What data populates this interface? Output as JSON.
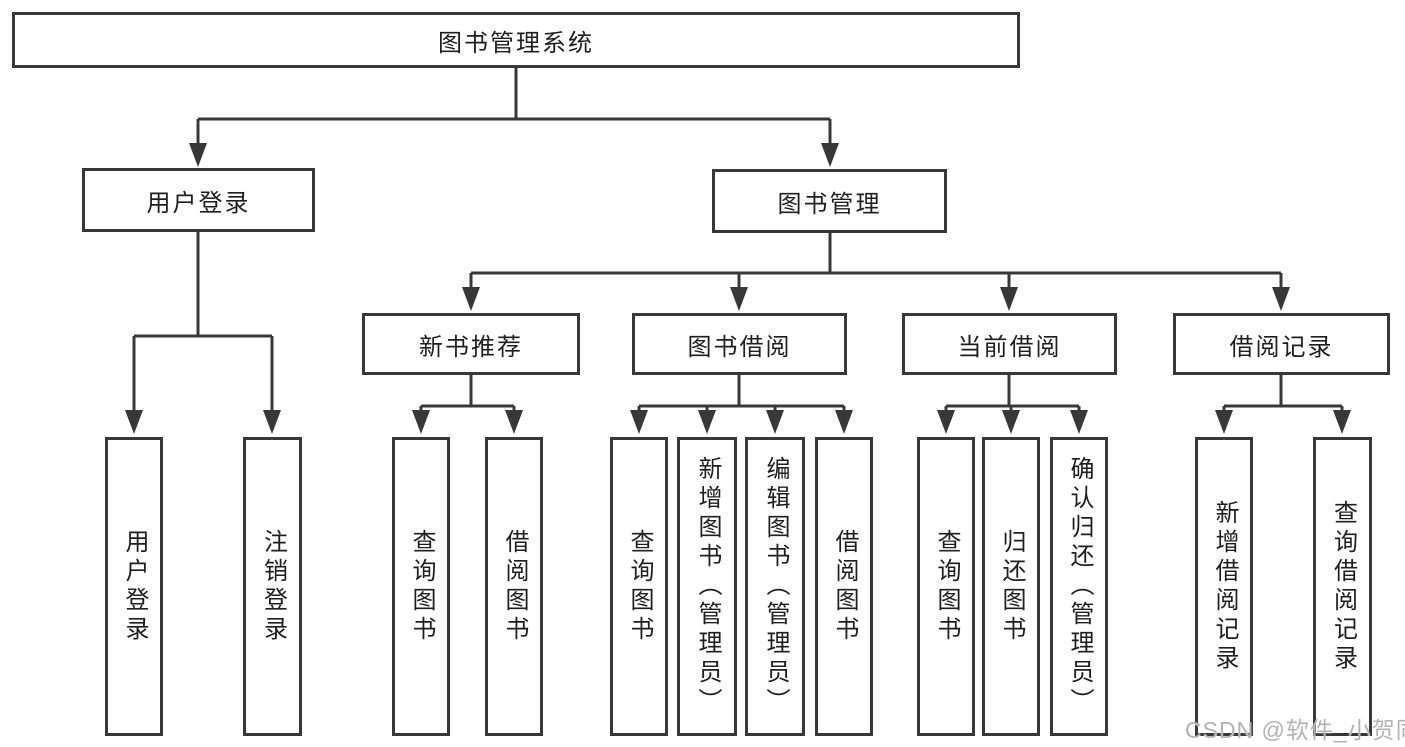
{
  "diagram": {
    "root": {
      "label": "图书管理系统"
    },
    "branches": [
      {
        "label": "用户登录",
        "children": [
          {
            "label": "用户登录"
          },
          {
            "label": "注销登录"
          }
        ]
      },
      {
        "label": "图书管理",
        "children": [
          {
            "label": "新书推荐",
            "children": [
              {
                "label": "查询图书"
              },
              {
                "label": "借阅图书"
              }
            ]
          },
          {
            "label": "图书借阅",
            "children": [
              {
                "label": "查询图书"
              },
              {
                "label": "新增图书（管理员）"
              },
              {
                "label": "编辑图书（管理员）"
              },
              {
                "label": "借阅图书"
              }
            ]
          },
          {
            "label": "当前借阅",
            "children": [
              {
                "label": "查询图书"
              },
              {
                "label": "归还图书"
              },
              {
                "label": "确认归还（管理员）"
              }
            ]
          },
          {
            "label": "借阅记录",
            "children": [
              {
                "label": "新增借阅记录"
              },
              {
                "label": "查询借阅记录"
              }
            ]
          }
        ]
      }
    ]
  },
  "watermark": {
    "text": "CSDN @软件_小贺同学"
  },
  "colors": {
    "line": "#383838",
    "text": "#1f1f1f",
    "watermark": "#b3b3b3",
    "background": "#ffffff"
  }
}
